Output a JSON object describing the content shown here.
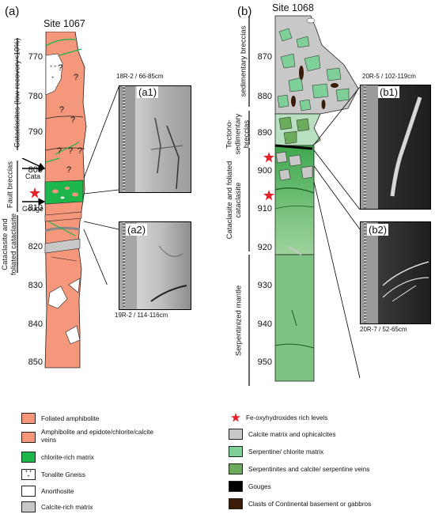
{
  "panels": {
    "a": {
      "label": "(a)",
      "site": "Site 1067",
      "depths": [
        "770",
        "780",
        "790",
        "800",
        "810",
        "820",
        "830",
        "840",
        "850"
      ],
      "intervals": [
        {
          "id": "cataclasites",
          "text": "Cataclasites (low recovery<10%)"
        },
        {
          "id": "fault-breccias",
          "text": "Fault breccias"
        },
        {
          "id": "cataclasite-foliated",
          "text": "Cataclasite and foliated cataclasite"
        }
      ],
      "arrows": {
        "cata": "Cata",
        "gouge": "Gouge"
      },
      "unknown_mark": "?",
      "photos": [
        {
          "tag": "(a1)",
          "caption": "18R-2 / 66-85cm"
        },
        {
          "tag": "(a2)",
          "caption": "19R-2 / 114-116cm"
        }
      ]
    },
    "b": {
      "label": "(b)",
      "site": "Site 1068",
      "depths": [
        "870",
        "880",
        "890",
        "900",
        "910",
        "920",
        "930",
        "940",
        "950"
      ],
      "intervals": [
        {
          "id": "sedimentary-breccias",
          "text": "sedimentary breccias"
        },
        {
          "id": "tectono-sedimentary",
          "text": "Tectono-sedimentary breccias"
        },
        {
          "id": "cataclasite-foliated",
          "text": "Cataclasite and foliated cataclasite"
        },
        {
          "id": "serpentinized-mantle",
          "text": "Serpentinized mantle"
        }
      ],
      "photos": [
        {
          "tag": "(b1)",
          "caption": "20R-5 / 102-119cm"
        },
        {
          "tag": "(b2)",
          "caption": "20R-7 / 52-65cm"
        }
      ]
    }
  },
  "legend": {
    "left": [
      {
        "id": "foliated-amphibolite",
        "text": "Foliated amphibolite",
        "color": "#f4977a"
      },
      {
        "id": "amphibolite-veins",
        "text": "Amphibolite and epidote/chlorite/calcite veins",
        "color": "#f4977a"
      },
      {
        "id": "chlorite-matrix",
        "text": "chlorite-rich matrix",
        "color": "#1db64a"
      },
      {
        "id": "tonalite-gneiss",
        "text": "Tonalite Gneiss",
        "color": "#ffffff"
      },
      {
        "id": "anorthosite",
        "text": "Anorthosite",
        "color": "#ffffff"
      },
      {
        "id": "calcite-matrix-left",
        "text": "Calcite-rich matrix",
        "color": "#c8c8c8"
      }
    ],
    "right": [
      {
        "id": "fe-oxyhydroxides",
        "text": "Fe-oxyhydroxides rich levels",
        "color": "#e8202a"
      },
      {
        "id": "calcite-ophicalcites",
        "text": "Calcite matrix and ophicalcites",
        "color": "#c8c8c8"
      },
      {
        "id": "serpentine-chlorite",
        "text": "Serpentine/ chlorite matrix",
        "color": "#7ecf98"
      },
      {
        "id": "serpentinites-veins",
        "text": "Serpentinites and calcite/ serpentine veins",
        "color": "#6aab5c"
      },
      {
        "id": "gouges",
        "text": "Gouges",
        "color": "#000000"
      },
      {
        "id": "clasts",
        "text": "Clasts of Continental basement or gabbros",
        "color": "#3a1a08"
      }
    ]
  }
}
